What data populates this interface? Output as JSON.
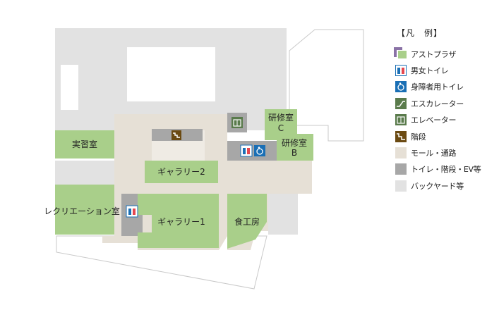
{
  "rooms": {
    "jisshu": "実習室",
    "gallery2": "ギャラリー2",
    "gallery1": "ギャラリー1",
    "recreation": "レクリエーション室",
    "kitchen": "食工房",
    "kenshu_c_line1": "研修室",
    "kenshu_c_line2": "C",
    "kenshu_b_line1": "研修室",
    "kenshu_b_line2": "B"
  },
  "legend": {
    "title": "【凡　例】",
    "items": [
      {
        "label": "アストプラザ",
        "icon": "aster-plaza-swatch"
      },
      {
        "label": "男女トイレ",
        "icon": "restroom-icon"
      },
      {
        "label": "身障者用トイレ",
        "icon": "accessible-toilet-icon"
      },
      {
        "label": "エスカレーター",
        "icon": "escalator-icon"
      },
      {
        "label": "エレベーター",
        "icon": "elevator-icon"
      },
      {
        "label": "階段",
        "icon": "stairs-icon"
      },
      {
        "label": "モール・通路",
        "icon": "mall-corridor-swatch"
      },
      {
        "label": "トイレ・階段・EV等",
        "icon": "toilet-stairs-ev-swatch"
      },
      {
        "label": "バックヤード等",
        "icon": "backyard-swatch"
      }
    ]
  },
  "colors": {
    "plaza": "#a9cf8a",
    "purple": "#8a72a6",
    "mall": "#e6e0d6",
    "facility": "#a7a7a7",
    "backyard": "#e2e2e2",
    "toilet_blue": "#1a6fb5",
    "toilet_red": "#e5474f",
    "stairs_brown": "#6b4a12",
    "icon_green": "#5a7b4c"
  }
}
